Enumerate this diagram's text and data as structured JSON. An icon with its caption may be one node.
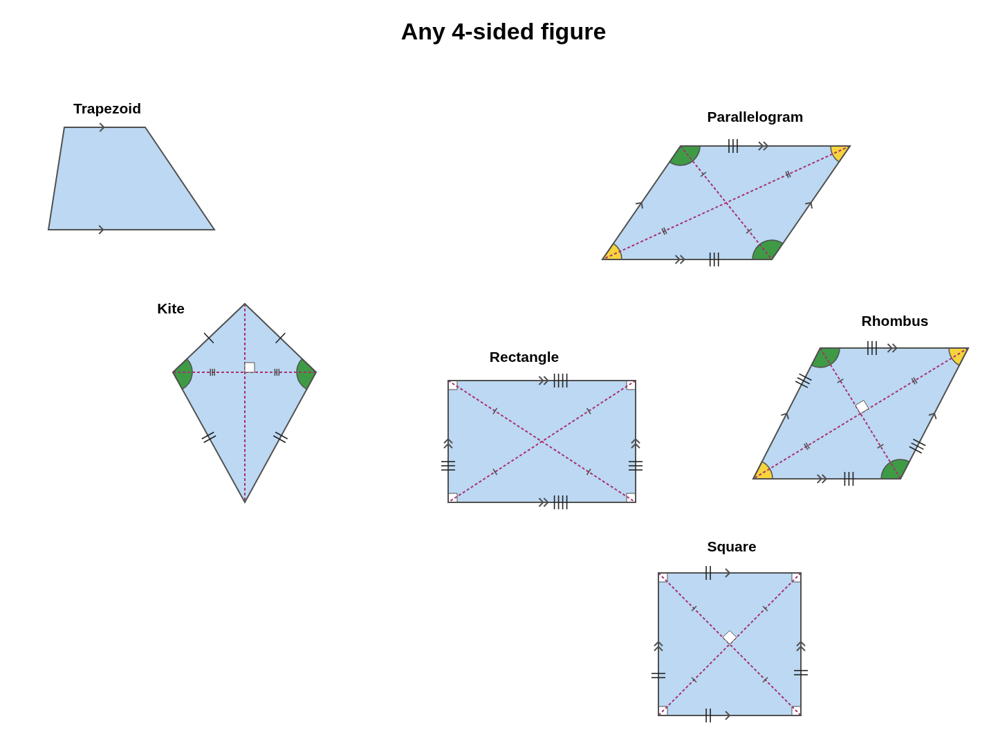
{
  "diagram": {
    "title": "Any 4-sided figure",
    "nodes": [
      {
        "text": [
          "Trapezoid"
        ]
      },
      {
        "text": [
          "Kite"
        ]
      },
      {
        "text": [
          "Parallelogram"
        ]
      },
      {
        "text": [
          "Rectangle"
        ]
      },
      {
        "text": [
          "Rhombus"
        ]
      },
      {
        "text": [
          "Square"
        ]
      }
    ]
  }
}
